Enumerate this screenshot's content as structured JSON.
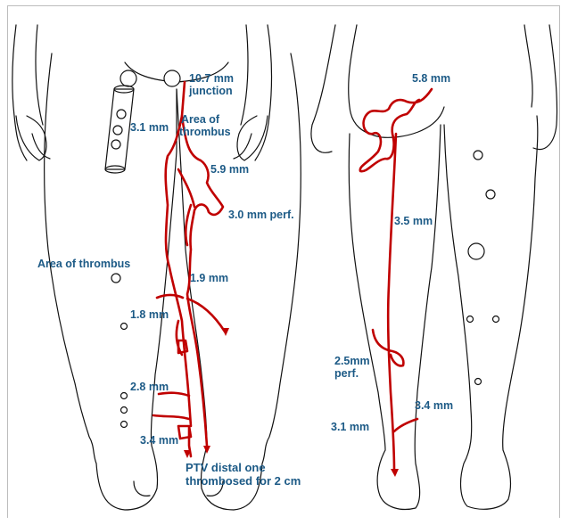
{
  "colors": {
    "vein": "#c00000",
    "label": "#1c5a86",
    "outline": "#111111"
  },
  "labels": {
    "junction_size": "10.7 mm",
    "junction": "junction",
    "left_thigh_vein": "3.1 mm",
    "area_of": "Area of",
    "thrombus": "thrombus",
    "mid_thigh": "5.9 mm",
    "perforator": "3.0 mm perf.",
    "area_of_thrombus": "Area of thrombus",
    "knee": "1.9 mm",
    "calf_upper": "1.8 mm",
    "calf_lower": "2.8 mm",
    "ankle": "3.4 mm",
    "ptv_line1": "PTV distal one",
    "ptv_line2": "thrombosed for 2 cm",
    "back_top": "5.8 mm",
    "back_mid": "3.5 mm",
    "back_perf_size": "2.5mm",
    "back_perf": "perf.",
    "back_ankle": "3.4 mm",
    "back_lower": "3.1 mm"
  }
}
